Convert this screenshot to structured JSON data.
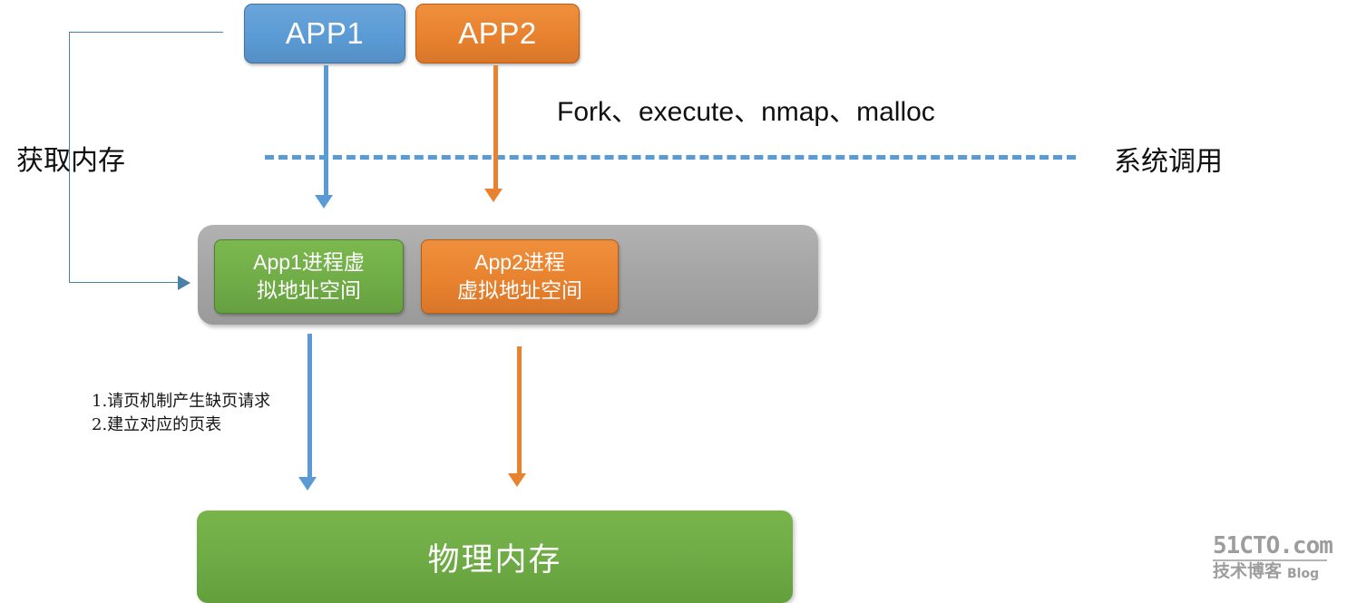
{
  "diagram": {
    "title_text_ops": "Fork、execute、nmap、malloc",
    "label_left": "获取内存",
    "label_right": "系统调用",
    "apps": [
      {
        "name": "app1",
        "label": "APP1",
        "color": "#5B9BD5"
      },
      {
        "name": "app2",
        "label": "APP2",
        "color": "#E8822E"
      }
    ],
    "virtual_address_spaces": [
      {
        "name": "app1-vas",
        "line1": "App1进程虚",
        "line2": "拟地址空间",
        "color": "#70AD47"
      },
      {
        "name": "app2-vas",
        "line1": "App2进程",
        "line2": "虚拟地址空间",
        "color": "#E8822E"
      }
    ],
    "kernel_container_color": "#A6A6A6",
    "annotations": {
      "paging_line1": "1.请页机制产生缺页请求",
      "paging_line2": "2.建立对应的页表"
    },
    "physical_memory": {
      "label": "物理内存",
      "color": "#70AD47"
    },
    "divider": {
      "style": "dashed",
      "color": "#5B9BD5"
    }
  },
  "watermark": {
    "domain": "51CTO.com",
    "subtitle_cn": "技术博客",
    "subtitle_en": "Blog"
  }
}
